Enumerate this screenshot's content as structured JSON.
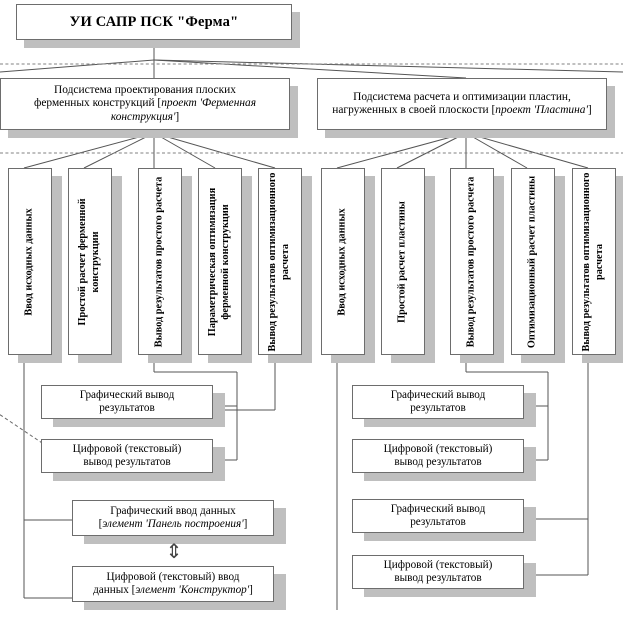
{
  "diagram": {
    "title": "УИ САПР ПСК \"Ферма\"",
    "type": "hierarchical-block-diagram",
    "root": {
      "label": "УИ САПР ПСК \"Ферма\""
    },
    "subsystems": [
      {
        "id": "truss",
        "label_line1": "Подсистема проектирования плоских",
        "label_line2": "ферменных конструкций [",
        "label_italic": "проект 'Ферменная конструкция'",
        "label_close": "]"
      },
      {
        "id": "plate",
        "label_line1": "Подсистема расчета и оптимизации пластин,",
        "label_line2": "нагруженных в своей плоскости [",
        "label_italic": "проект 'Пластина'",
        "label_close": "]"
      }
    ],
    "modules_left": [
      {
        "label": "Ввод исходных данных"
      },
      {
        "label": "Простой расчет ферменной конструкции"
      },
      {
        "label": "Вывод результатов простого расчета"
      },
      {
        "label": "Параметрическая оптимизация ферменной конструкции"
      },
      {
        "label": "Вывод результатов оптимизационного расчета"
      }
    ],
    "modules_right": [
      {
        "label": "Ввод исходных данных"
      },
      {
        "label": "Простой расчет пластины"
      },
      {
        "label": "Вывод результатов простого расчета"
      },
      {
        "label": "Оптимизационный расчет пластины"
      },
      {
        "label": "Вывод результатов оптимизационного расчета"
      }
    ],
    "leaves_left": [
      {
        "line1": "Графический вывод",
        "line2": "результатов",
        "italic": ""
      },
      {
        "line1": "Цифровой (текстовый)",
        "line2": "вывод результатов",
        "italic": ""
      },
      {
        "line1": "Графический ввод данных",
        "line2": "[элемент 'Панель построения']",
        "italic": "элемент 'Панель построения'"
      },
      {
        "line1": "Цифровой (текстовый) ввод",
        "line2": "данных [элемент 'Конструктор']",
        "italic": "элемент 'Конструктор'"
      }
    ],
    "leaves_right": [
      {
        "line1": "Графический вывод",
        "line2": "результатов"
      },
      {
        "line1": "Цифровой (текстовый)",
        "line2": "вывод результатов"
      },
      {
        "line1": "Графический вывод",
        "line2": "результатов"
      },
      {
        "line1": "Цифровой (текстовый)",
        "line2": "вывод результатов"
      }
    ],
    "connector_arrow": {
      "name": "bidirectional-arrow",
      "glyph": "⇕"
    },
    "colors": {
      "box_border": "#6d6d6d",
      "box_fill": "#ffffff",
      "shadow": "#bfbfbf",
      "line": "#555555",
      "dashed_line": "#777777",
      "text": "#000000"
    }
  }
}
